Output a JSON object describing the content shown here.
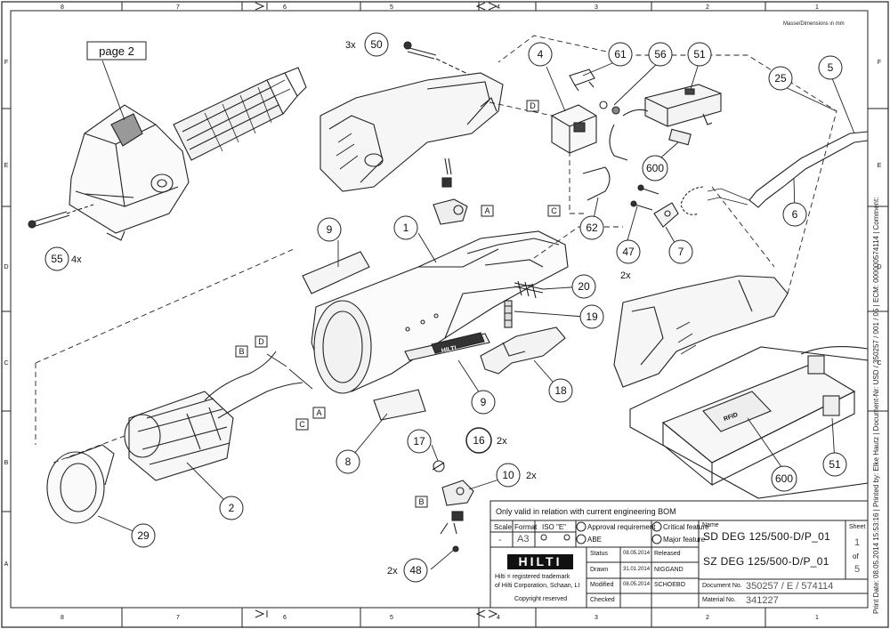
{
  "frame": {
    "col_labels_top": [
      "8",
      "7",
      "6",
      "5",
      "4",
      "3",
      "2",
      "1"
    ],
    "col_labels_bottom": [
      "8",
      "7",
      "6",
      "5",
      "4",
      "3",
      "2",
      "1"
    ],
    "row_labels_left": [
      "F",
      "E",
      "D",
      "C",
      "B",
      "A"
    ],
    "row_labels_right": [
      "F",
      "E",
      "D",
      "C",
      "B",
      "A"
    ],
    "corner_note": "Masse/Dimensions in mm",
    "page_ref": "page 2"
  },
  "callouts": {
    "c50": "50",
    "c4": "4",
    "c61": "61",
    "c56": "56",
    "c51a": "51",
    "c25": "25",
    "c5": "5",
    "c55": "55",
    "c9a": "9",
    "c1": "1",
    "c600a": "600",
    "c62": "62",
    "c47": "47",
    "c7": "7",
    "c6": "6",
    "c20": "20",
    "c19": "19",
    "c18": "18",
    "c9b": "9",
    "c8": "8",
    "c17": "17",
    "c16": "16",
    "c10": "10",
    "c2": "2",
    "c29": "29",
    "c48": "48",
    "c600b": "600",
    "c51b": "51"
  },
  "quantities": {
    "q50": "3x",
    "q55": "4x",
    "q47": "2x",
    "q16": "2x",
    "q10": "2x",
    "q48": "2x"
  },
  "connector_labels": {
    "D_top": "D",
    "A_mid": "A",
    "C_top": "C",
    "B_wire": "B",
    "D_wire": "D",
    "A_wire": "A",
    "C_wire": "C",
    "B_low": "B"
  },
  "brand_marks": {
    "housing_logo": "HILTI",
    "rfid_tag": "RFID"
  },
  "title_block": {
    "note": "Only valid in relation with current engineering BOM",
    "scale_label": "Scale",
    "scale_value": "-",
    "format_label": "Format",
    "format_value": "A3",
    "iso_label": "ISO \"E\"",
    "approval": "Approval requirement",
    "abe": "ABE",
    "critical": "Critical feature",
    "major": "Major feature",
    "name_label": "Name",
    "name_sd": "SD DEG 125/500-D/P_01",
    "name_sz": "SZ DEG 125/500-D/P_01",
    "sheet_label": "Sheet",
    "sheet_value": "1",
    "sheet_of": "of",
    "sheet_total": "5",
    "logo": "HILTI",
    "trademark_line1": "Hilti = registered trademark",
    "trademark_line2": "of Hilti Corporation, Schaan, LI",
    "copyright": "Copyright reserved",
    "status_label": "Status",
    "status_date": "08.05.2014",
    "status_value": "Released",
    "drawn_label": "Drawn",
    "drawn_date": "31.01.2014",
    "drawn_value": "NIGGAND",
    "modified_label": "Modified",
    "modified_date": "08.05.2014",
    "modified_value": "SCHOEBO",
    "checked_label": "Checked",
    "document_label": "Document No.",
    "document_value": "350257  /  E  /  574114",
    "material_label": "Material No.",
    "material_value": "341227"
  },
  "sidebar": "Print Date: 08.05.2014 15:53:16 | Printed by: Elke Hautz | Document-Nr: USD / 350257 / 001 / 05 | ECM: 000000574114 | Comment:"
}
